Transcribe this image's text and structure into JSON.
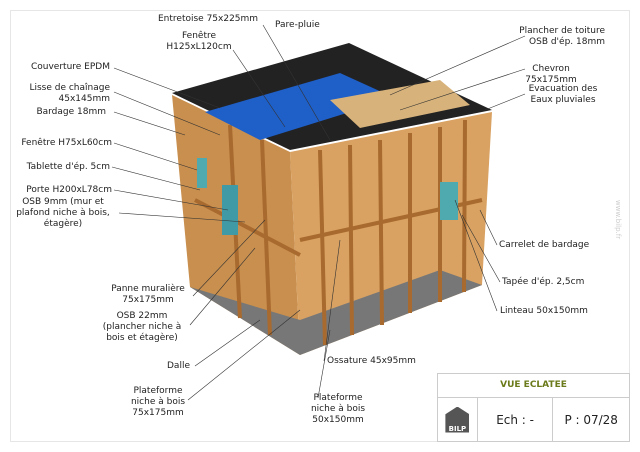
{
  "labels_left": {
    "entretoise": "Entretoise 75x225mm",
    "pare_pluie": "Pare-pluie",
    "fenetre_big": [
      "Fenêtre",
      "H125xL120cm"
    ],
    "couverture": "Couverture  EPDM",
    "lisse": [
      "Lisse de chaînage",
      "45x145mm"
    ],
    "bardage": "Bardage 18mm",
    "fenetre_small": "Fenêtre H75xL60cm",
    "tablette": "Tablette d'ép. 5cm",
    "porte": "Porte H200xL78cm",
    "osb9": [
      "OSB 9mm (mur et",
      "plafond niche à bois,",
      "étagère)"
    ]
  },
  "labels_right": {
    "plancher": [
      "Plancher de toiture",
      "OSB d'ép. 18mm"
    ],
    "chevron": [
      "Chevron",
      "75x175mm"
    ],
    "evacuation": [
      "Evacuation des",
      "Eaux  pluviales"
    ],
    "carrelet": "Carrelet de bardage",
    "tapee": "Tapée d'ép. 2,5cm",
    "linteau": "Linteau 50x150mm"
  },
  "labels_bottom": {
    "panne": [
      "Panne muralière",
      "75x175mm"
    ],
    "osb22": [
      "OSB 22mm",
      "(plancher niche à",
      "bois et étagère)"
    ],
    "dalle": "Dalle",
    "ossature": "Ossature 45x95mm",
    "plateforme1": [
      "Plateforme",
      "niche à bois",
      "75x175mm"
    ],
    "plateforme2": [
      "Plateforme",
      "niche à bois",
      "50x150mm"
    ]
  },
  "title_block": {
    "title": "VUE ECLATEE",
    "logo": "BILP",
    "scale": "Ech : -",
    "page": "P : 07/28"
  },
  "watermark": "www.bilp.fr"
}
